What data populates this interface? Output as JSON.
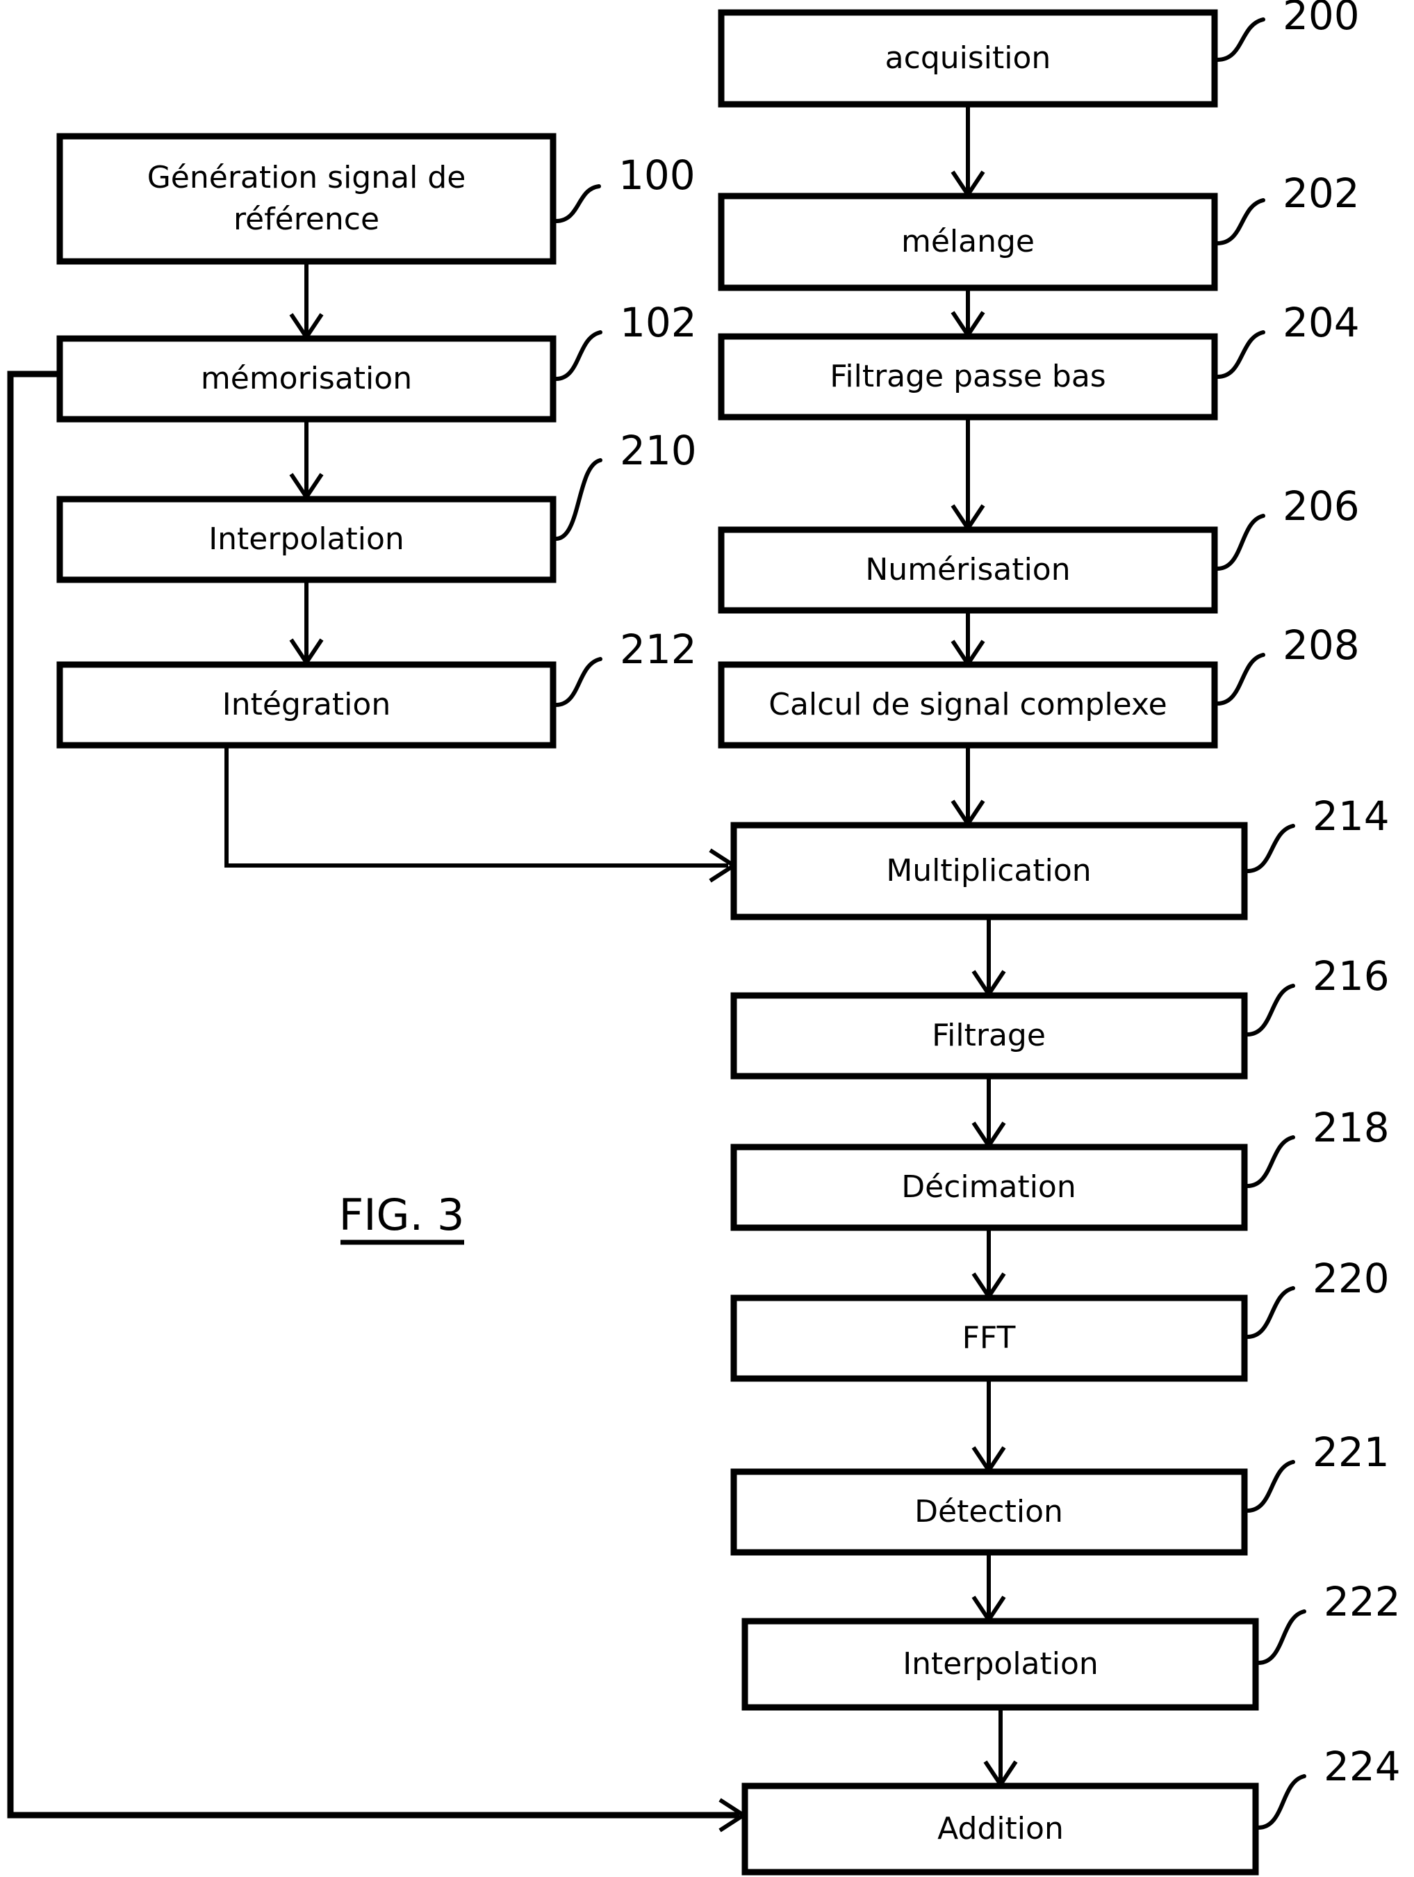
{
  "figure": {
    "caption": "FIG. 3",
    "underlined": true,
    "background_color": "#ffffff",
    "line_color": "#000000"
  },
  "left_column": {
    "blocks": [
      {
        "id": "block-100",
        "label_line1": "Génération signal de",
        "label_line2": "référence",
        "ref": "100"
      },
      {
        "id": "block-102",
        "label_line1": "mémorisation",
        "label_line2": "",
        "ref": "102"
      },
      {
        "id": "block-210",
        "label_line1": "Interpolation",
        "label_line2": "",
        "ref": "210"
      },
      {
        "id": "block-212",
        "label_line1": "Intégration",
        "label_line2": "",
        "ref": "212"
      }
    ]
  },
  "right_column": {
    "blocks": [
      {
        "id": "block-200",
        "label": "acquisition",
        "ref": "200"
      },
      {
        "id": "block-202",
        "label": "mélange",
        "ref": "202"
      },
      {
        "id": "block-204",
        "label": "Filtrage passe bas",
        "ref": "204"
      },
      {
        "id": "block-206",
        "label": "Numérisation",
        "ref": "206"
      },
      {
        "id": "block-208",
        "label": "Calcul de signal complexe",
        "ref": "208"
      },
      {
        "id": "block-214",
        "label": "Multiplication",
        "ref": "214"
      },
      {
        "id": "block-216",
        "label": "Filtrage",
        "ref": "216"
      },
      {
        "id": "block-218",
        "label": "Décimation",
        "ref": "218"
      },
      {
        "id": "block-220",
        "label": "FFT",
        "ref": "220"
      },
      {
        "id": "block-221",
        "label": "Détection",
        "ref": "221"
      },
      {
        "id": "block-222",
        "label": "Interpolation",
        "ref": "222"
      },
      {
        "id": "block-224",
        "label": "Addition",
        "ref": "224"
      }
    ]
  },
  "connections": [
    {
      "from": "100",
      "to": "102",
      "kind": "vertical-arrow"
    },
    {
      "from": "102",
      "to": "210",
      "kind": "vertical-arrow"
    },
    {
      "from": "210",
      "to": "212",
      "kind": "vertical-arrow"
    },
    {
      "from": "212",
      "to": "214",
      "kind": "elbow-arrow-right"
    },
    {
      "from": "200",
      "to": "202",
      "kind": "vertical-arrow"
    },
    {
      "from": "202",
      "to": "204",
      "kind": "vertical-arrow"
    },
    {
      "from": "204",
      "to": "206",
      "kind": "vertical-arrow"
    },
    {
      "from": "206",
      "to": "208",
      "kind": "vertical-arrow"
    },
    {
      "from": "208",
      "to": "214",
      "kind": "vertical-arrow"
    },
    {
      "from": "214",
      "to": "216",
      "kind": "vertical-arrow"
    },
    {
      "from": "216",
      "to": "218",
      "kind": "vertical-arrow"
    },
    {
      "from": "218",
      "to": "220",
      "kind": "vertical-arrow"
    },
    {
      "from": "220",
      "to": "221",
      "kind": "vertical-arrow"
    },
    {
      "from": "221",
      "to": "222",
      "kind": "vertical-arrow"
    },
    {
      "from": "222",
      "to": "224",
      "kind": "vertical-arrow"
    },
    {
      "from": "224",
      "to": "102",
      "kind": "feedback-loop-left"
    }
  ]
}
